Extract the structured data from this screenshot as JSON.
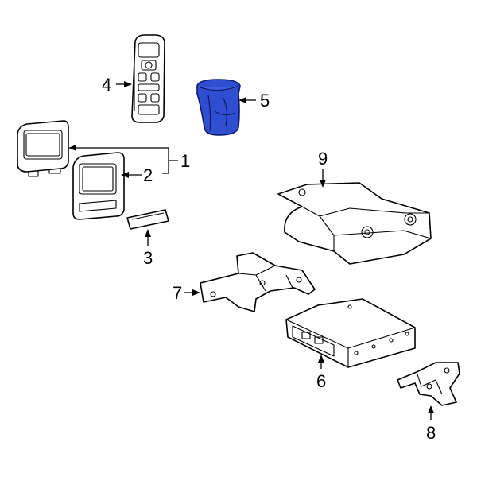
{
  "colors": {
    "highlight_fill": "#2f4fd0",
    "highlight_stroke": "#0b1a6a",
    "line": "#000000",
    "background": "#ffffff"
  },
  "callouts": {
    "c1": "1",
    "c2": "2",
    "c3": "3",
    "c4": "4",
    "c5": "5",
    "c6": "6",
    "c7": "7",
    "c8": "8",
    "c9": "9"
  }
}
